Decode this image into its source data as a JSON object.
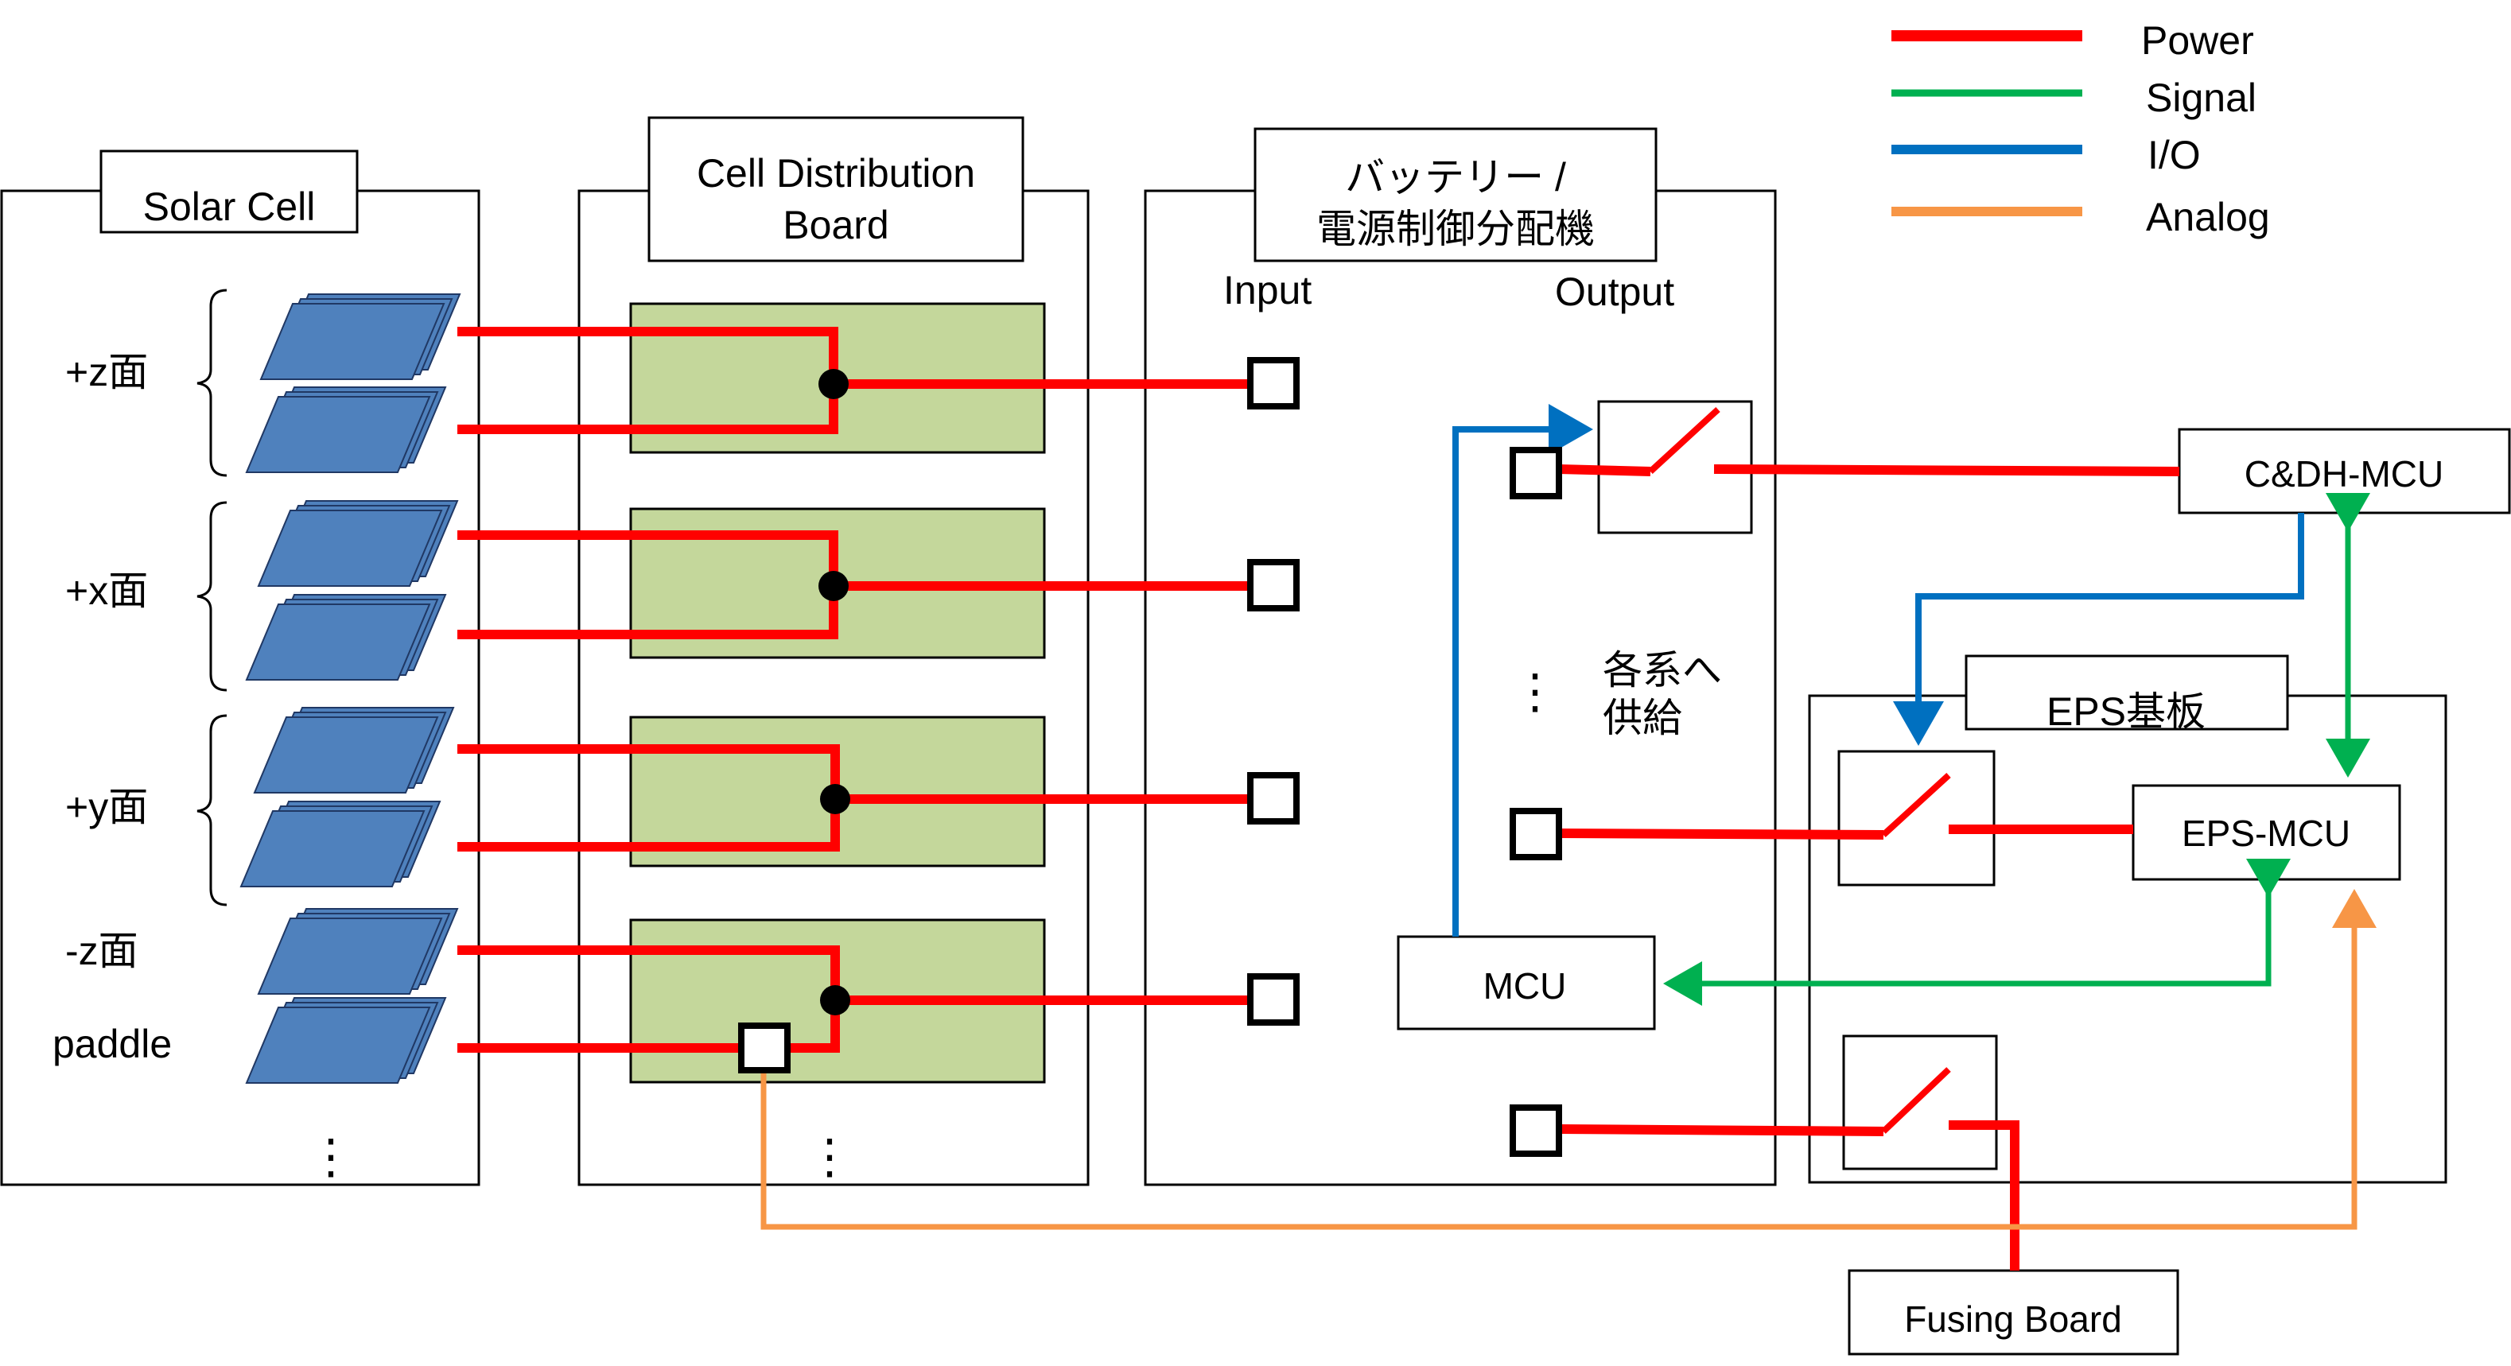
{
  "legend": {
    "items": [
      {
        "label": "Power",
        "color": "#ff0000"
      },
      {
        "label": "Signal",
        "color": "#00b050"
      },
      {
        "label": "I/O",
        "color": "#0070c0"
      },
      {
        "label": "Analog",
        "color": "#f79646"
      }
    ]
  },
  "colors": {
    "power": "#ff0000",
    "signal": "#00b050",
    "io": "#0070c0",
    "analog": "#f79646",
    "board_fill": "#c4d79b",
    "cell_fill": "#4f81bd",
    "cell_stroke": "#203864"
  },
  "solar_cell": {
    "title": "Solar Cell",
    "groups": [
      "+z面",
      "+x面",
      "+y面"
    ],
    "minus_z_label": "-z面",
    "paddle_label": "paddle",
    "ellipsis": "⋮"
  },
  "cell_distribution": {
    "title_line1": "Cell Distribution",
    "title_line2": "Board",
    "ellipsis": "⋮"
  },
  "battery": {
    "title_line1": "バッテリー /",
    "title_line2": "電源制御分配機",
    "input_label": "Input",
    "output_label": "Output",
    "supply_line1": "各系へ",
    "supply_line2": "供給",
    "ellipsis": "⋮",
    "mcu_label": "MCU"
  },
  "eps_board": {
    "title": "EPS基板",
    "mcu_label": "EPS-MCU"
  },
  "cdh_mcu": {
    "label": "C&DH-MCU"
  },
  "fusing_board": {
    "label": "Fusing Board"
  }
}
